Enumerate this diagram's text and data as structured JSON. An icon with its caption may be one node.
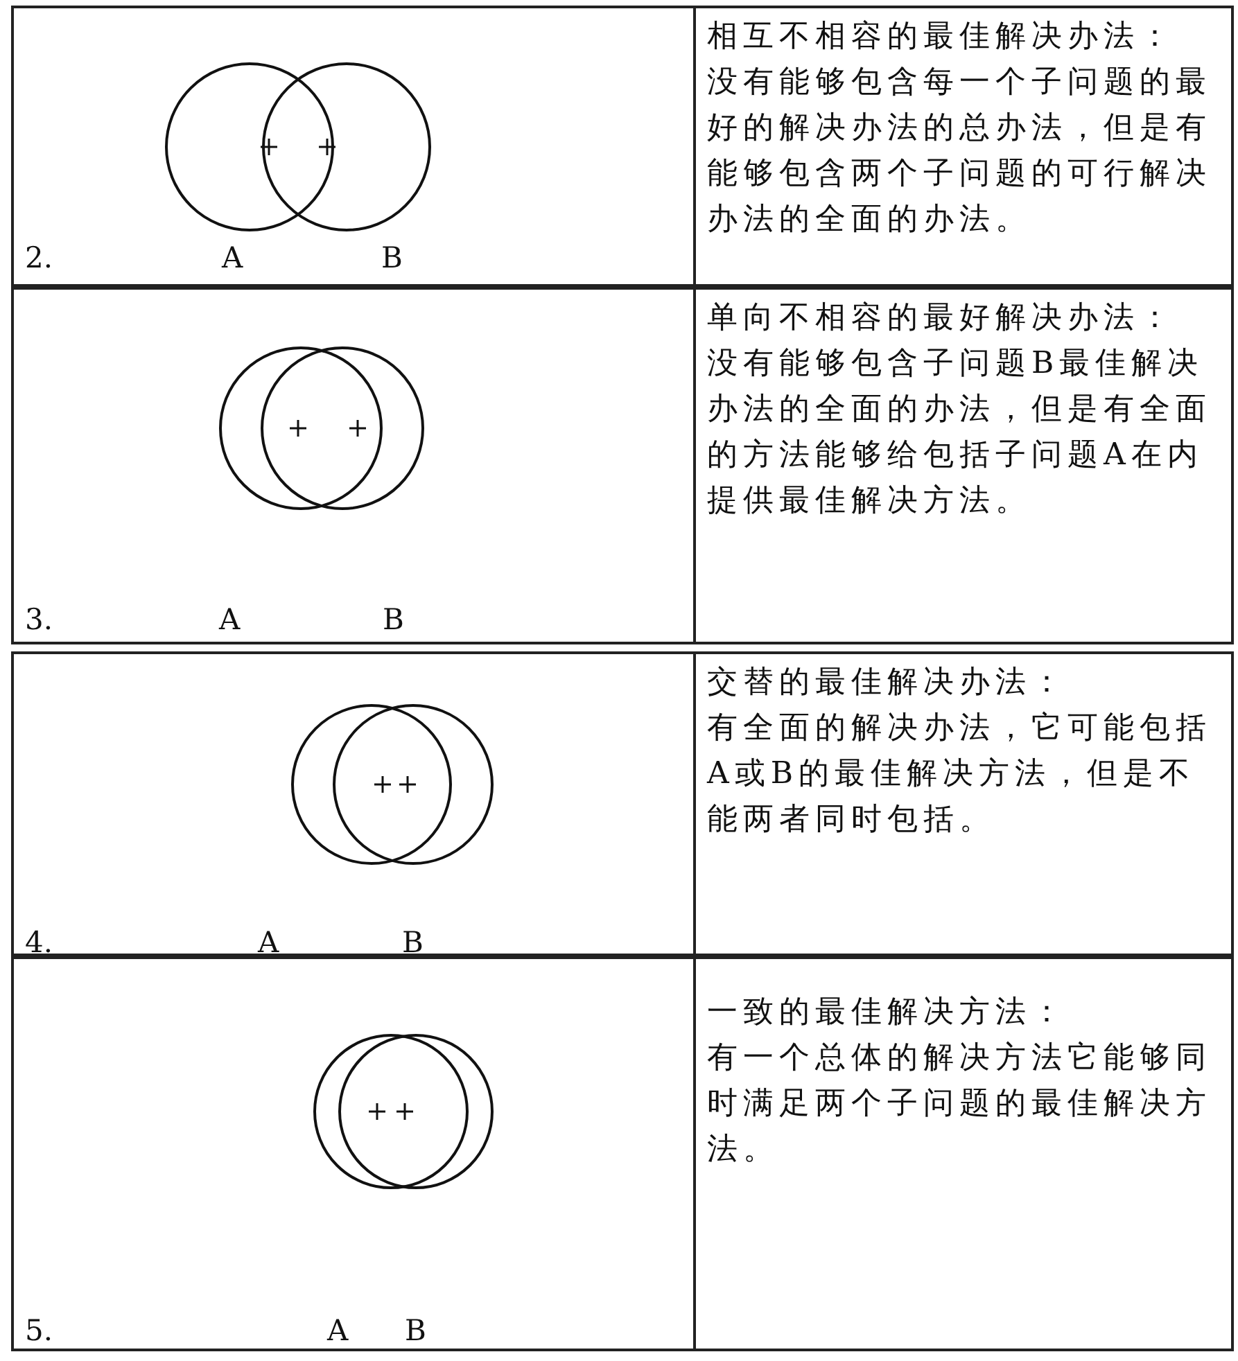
{
  "diagram": {
    "labels": [
      "2.",
      "A",
      "B",
      "相互不相容的最佳解决办法：",
      "没有能够包含每一个子问题的最好的解决办法的总办法，但是有能够包含两个子问题的可行解决办法的全面的办法。",
      "3.",
      "A",
      "B",
      "单向不相容的最好解决办法：",
      "没有能够包含子问题B最佳解决办法的全面的办法，但是有全面的方法能够给包括子问题A在内提供最佳解决方法。",
      "4.",
      "A",
      "B",
      "交替的最佳解决办法：",
      "有全面的解决办法，它可能包括A或B的最佳解决方法，但是不能两者同时包括。",
      "5.",
      "A",
      "B",
      "一致的最佳解决方法：",
      "有一个总体的解决方法它能够同时满足两个子问题的最佳解决方法。"
    ]
  }
}
